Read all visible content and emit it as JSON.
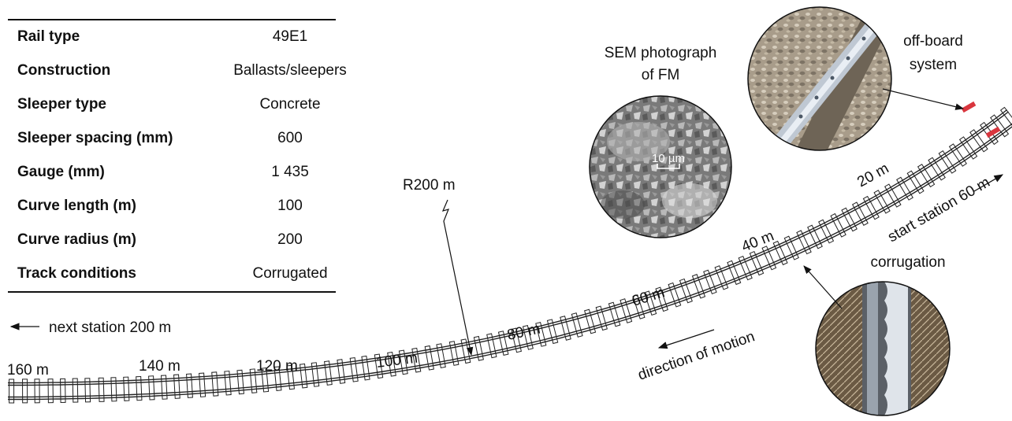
{
  "table": {
    "rows": [
      {
        "label": "Rail type",
        "value": "49E1"
      },
      {
        "label": "Construction",
        "value": "Ballasts/sleepers"
      },
      {
        "label": "Sleeper type",
        "value": "Concrete"
      },
      {
        "label": "Sleeper spacing (mm)",
        "value": "600"
      },
      {
        "label": "Gauge (mm)",
        "value": "1 435"
      },
      {
        "label": "Curve length (m)",
        "value": "100"
      },
      {
        "label": "Curve radius (m)",
        "value": "200"
      },
      {
        "label": "Track conditions",
        "value": "Corrugated"
      }
    ]
  },
  "labels": {
    "next_station": "next station 200 m",
    "radius": "R200 m",
    "direction": "direction of motion",
    "start_station": "start station 60 m",
    "sem_title_1": "SEM photograph",
    "sem_title_2": "of FM",
    "scale_bar": "10 µm",
    "offboard_1": "off-board",
    "offboard_2": "system",
    "corrugation": "corrugation"
  },
  "distance_markers": [
    "160 m",
    "140 m",
    "120 m",
    "100 m",
    "80 m",
    "60 m",
    "40 m",
    "20 m"
  ],
  "colors": {
    "ink": "#111111",
    "marker_red": "#d9363e"
  }
}
